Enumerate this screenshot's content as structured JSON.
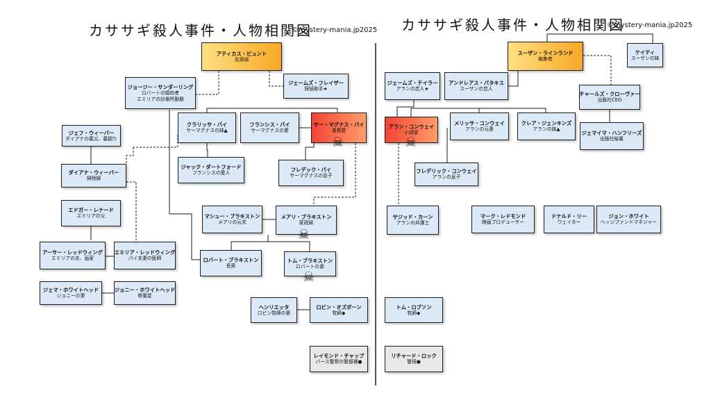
{
  "left": {
    "title": "カササギ殺人事件・人物相関図",
    "credit": "©mystery-mania.jp2025"
  },
  "right": {
    "title": "カササギ殺人事件・人物相関図",
    "credit": "©mystery-mania.jp2025"
  },
  "nodes": {
    "atticus": {
      "name": "アティカス・ピュント",
      "desc": "名探偵"
    },
    "james_fraser": {
      "name": "ジェームズ・フレイザー",
      "desc": "探偵助手★"
    },
    "george": {
      "name": "ジョージー・サンダーリング",
      "desc": "ロバートの婚約者",
      "desc2": "エミリアの診療所勤務"
    },
    "clarissa": {
      "name": "クラリッサ・パイ",
      "desc": "サーマグナスの妹▲"
    },
    "frances": {
      "name": "フランシス・パイ",
      "desc": "サーマグナスの妻"
    },
    "magnus": {
      "name": "サー・マグナス・パイ",
      "desc": "准男爵"
    },
    "jeff": {
      "name": "ジェフ・ウィーバー",
      "desc": "ダイアナの義父、墓掘り"
    },
    "jack": {
      "name": "ジャック・ダートフォード",
      "desc": "フランシスの愛人"
    },
    "fredeck": {
      "name": "フレデック・パイ",
      "desc": "サーマグナスの息子"
    },
    "diana": {
      "name": "ダイアナ・ウィーバー",
      "desc": "掃除婦"
    },
    "edgar": {
      "name": "エドガー・レナード",
      "desc": "エミリアの父"
    },
    "matthew": {
      "name": "マシュー・ブラキストン",
      "desc": "メアリの元夫"
    },
    "mary": {
      "name": "メアリ・ブラキストン",
      "desc": "家政婦"
    },
    "arthur": {
      "name": "アーサー・レッドウィング",
      "desc": "エミリアの夫、画家"
    },
    "emilia": {
      "name": "エミリア・レッドウィング",
      "desc": "パイ夫妻の医師"
    },
    "robert": {
      "name": "ロバート・ブラキストン",
      "desc": "長男"
    },
    "tom_b": {
      "name": "トム・ブラキストン",
      "desc": "ロバートの弟"
    },
    "gemma": {
      "name": "ジェマ・ホワイトヘッド",
      "desc": "ジョニーの妻"
    },
    "johnny": {
      "name": "ジョニー・ホワイトヘッド",
      "desc": "骨董屋"
    },
    "henrietta": {
      "name": "ヘンリエッタ",
      "desc": "ロビン牧師の妻"
    },
    "robin": {
      "name": "ロビン・オズボーン",
      "desc": "牧師◆"
    },
    "raymond": {
      "name": "レイモンド・チャップ",
      "desc": "バース警察の警部補●"
    },
    "susan": {
      "name": "スーザン・ラインランド",
      "desc": "編集者"
    },
    "katie": {
      "name": "ケイティ",
      "desc": "スーザンの妹"
    },
    "james_taylor": {
      "name": "ジェームズ・テイラー",
      "desc": "アランの恋人★"
    },
    "andreas": {
      "name": "アンドレアス・パタキス",
      "desc": "スーザンの恋人"
    },
    "charles": {
      "name": "チャールズ・クローヴァー",
      "desc": "出版社CEO"
    },
    "alan": {
      "name": "アラン・コンウェイ",
      "desc": "小説家"
    },
    "melissa": {
      "name": "メリッサ・コンウェイ",
      "desc": "アランの元妻"
    },
    "claire": {
      "name": "クレア・ジェンキンズ",
      "desc": "アランの妹▲"
    },
    "jemima": {
      "name": "ジェマイマ・ハンフリーズ",
      "desc": "出版社秘書"
    },
    "frederick": {
      "name": "フレデリック・コンウェイ",
      "desc": "アランの息子"
    },
    "sajid": {
      "name": "サジッド・カーン",
      "desc": "アランの弁護士"
    },
    "mark": {
      "name": "マーク・レドモンド",
      "desc": "映画プロデューサー"
    },
    "donald": {
      "name": "ドナルド・リー",
      "desc": "ウェイター"
    },
    "john": {
      "name": "ジョン・ホワイト",
      "desc": "ヘッジファンドマネジャー"
    },
    "tom_r": {
      "name": "トム・ロブソン",
      "desc": "牧師◆"
    },
    "richard": {
      "name": "リチャード・ロック",
      "desc": "警視●"
    }
  },
  "icons": {
    "victim": "skull-crossbones-icon"
  },
  "colors": {
    "node": "#dce9f7",
    "detective": "#f9a826",
    "victim": "#f44336",
    "police": "#e8e8e8"
  }
}
